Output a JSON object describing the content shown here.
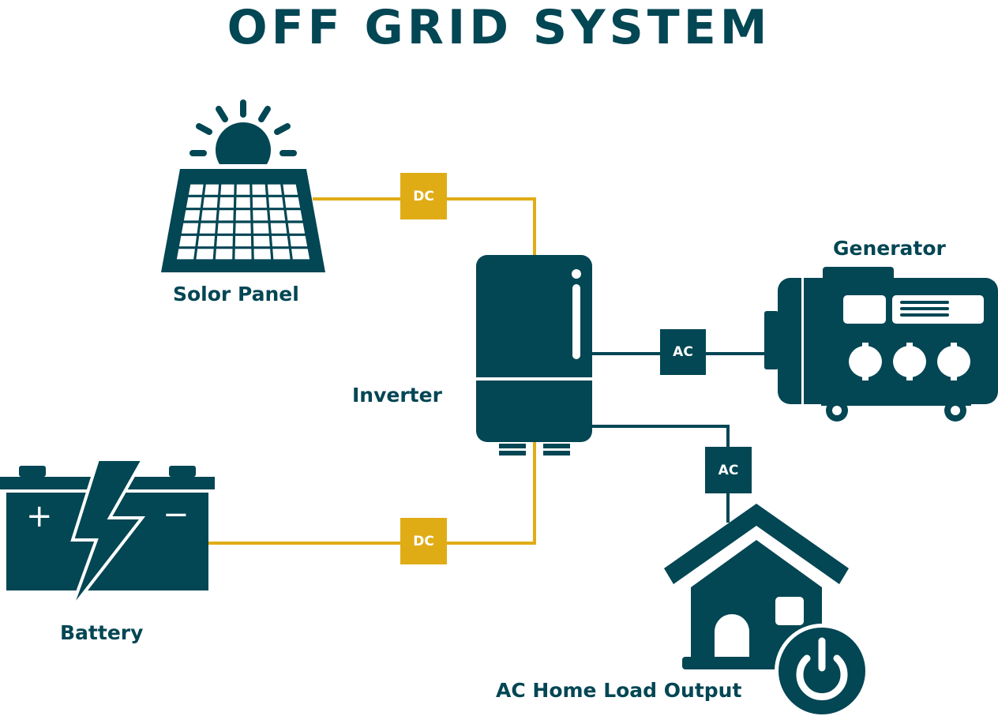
{
  "title": "OFF GRID SYSTEM",
  "colors": {
    "primary": "#034654",
    "wire": "#E0AC16",
    "background": "#FFFFFF",
    "tag_text": "#FFFFFF"
  },
  "components": {
    "solar_panel": {
      "label": "Solor Panel",
      "icon": "solar-panel-icon"
    },
    "inverter": {
      "label": "Inverter",
      "icon": "inverter-icon"
    },
    "generator": {
      "label": "Generator",
      "icon": "generator-icon"
    },
    "battery": {
      "label": "Battery",
      "icon": "battery-icon",
      "plus": "+",
      "minus": "−"
    },
    "home": {
      "label": "AC Home Load Output",
      "icon": "home-power-icon"
    }
  },
  "connections": {
    "solar_to_inverter": "DC",
    "battery_to_inverter": "DC",
    "generator_to_inverter": "AC",
    "inverter_to_home": "AC"
  }
}
